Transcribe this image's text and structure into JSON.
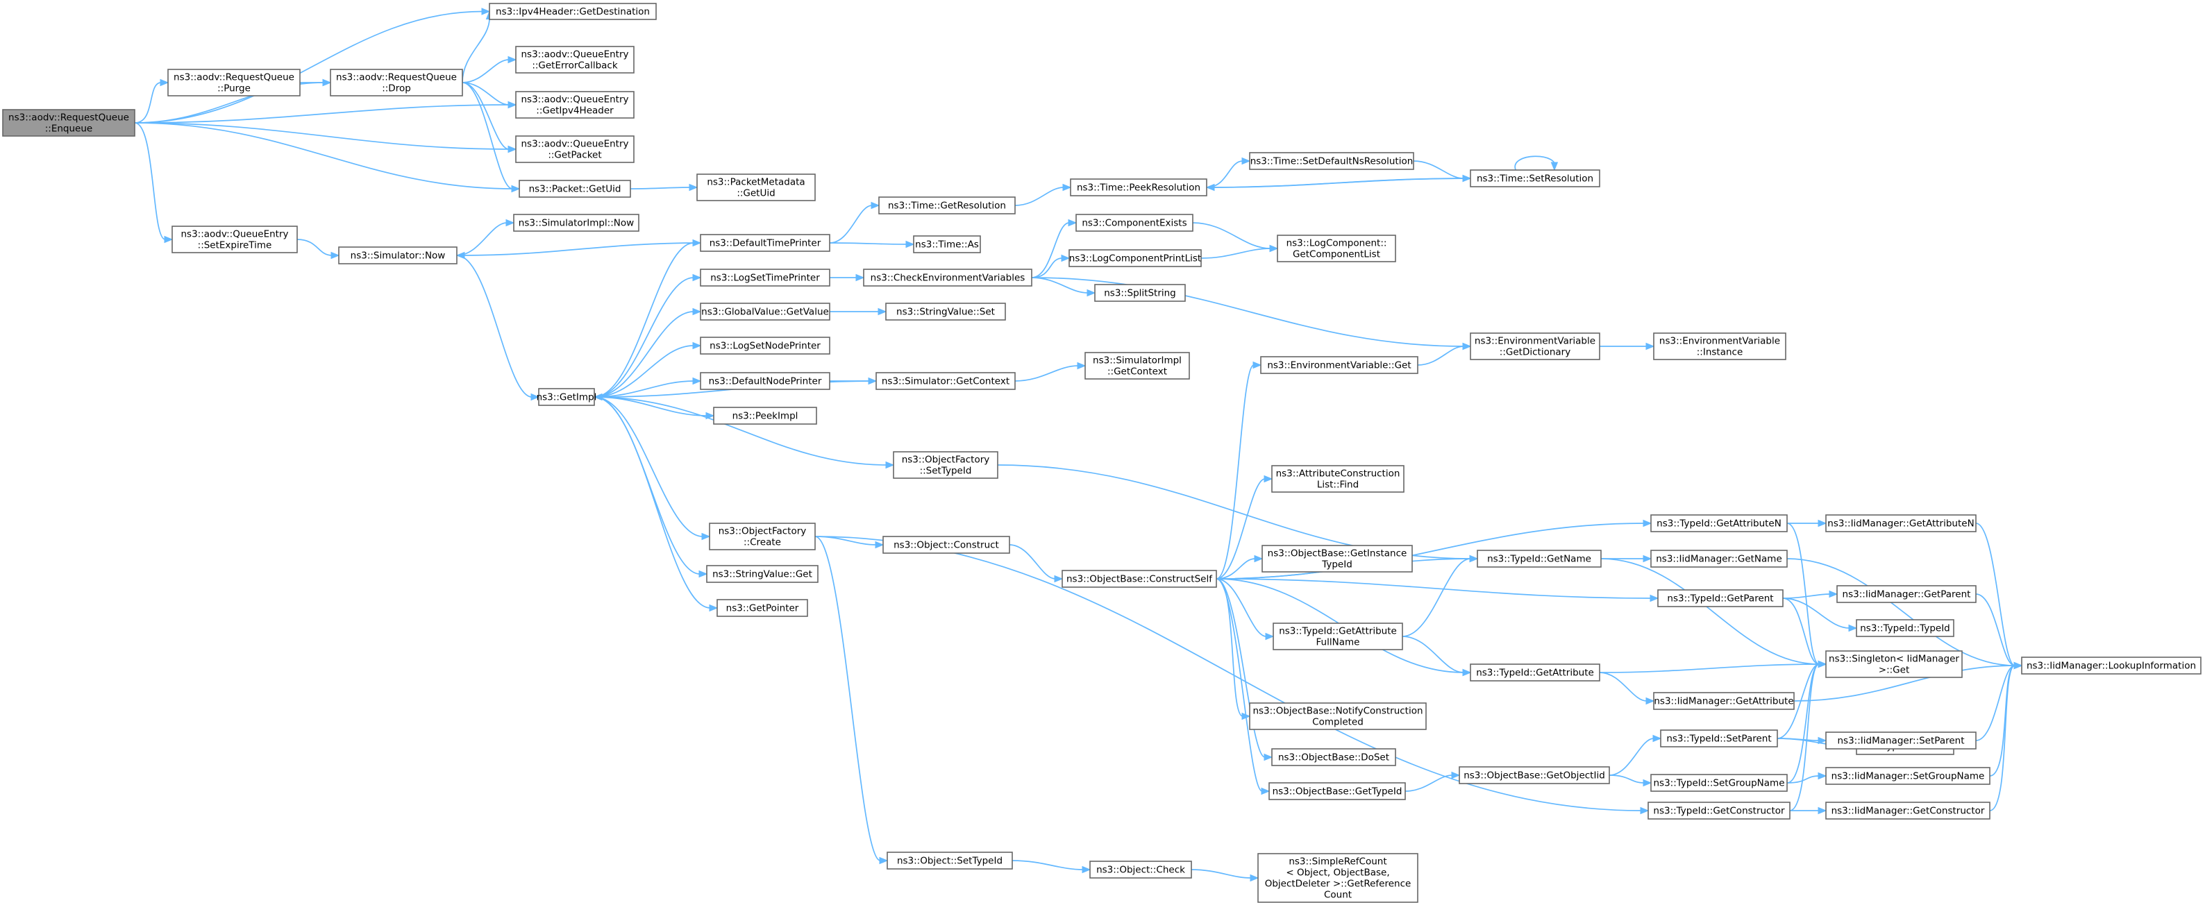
{
  "graph": {
    "colors": {
      "edge": "#63b8ff",
      "node_border": "#666666",
      "root_fill": "#999999",
      "node_fill": "#ffffff"
    },
    "nodes": [
      {
        "id": "n0",
        "lines": [
          "ns3::aodv::RequestQueue",
          "::Enqueue"
        ],
        "root": true
      },
      {
        "id": "n1",
        "lines": [
          "ns3::Ipv4Header::GetDestination"
        ]
      },
      {
        "id": "n2",
        "lines": [
          "ns3::aodv::RequestQueue",
          "::Purge"
        ]
      },
      {
        "id": "n3",
        "lines": [
          "ns3::aodv::RequestQueue",
          "::Drop"
        ]
      },
      {
        "id": "n4",
        "lines": [
          "ns3::aodv::QueueEntry",
          "::GetErrorCallback"
        ]
      },
      {
        "id": "n5",
        "lines": [
          "ns3::aodv::QueueEntry",
          "::GetIpv4Header"
        ]
      },
      {
        "id": "n6",
        "lines": [
          "ns3::aodv::QueueEntry",
          "::GetPacket"
        ]
      },
      {
        "id": "n7",
        "lines": [
          "ns3::Packet::GetUid"
        ]
      },
      {
        "id": "n8",
        "lines": [
          "ns3::PacketMetadata",
          "::GetUid"
        ]
      },
      {
        "id": "n9",
        "lines": [
          "ns3::aodv::QueueEntry",
          "::SetExpireTime"
        ]
      },
      {
        "id": "n10",
        "lines": [
          "ns3::Simulator::Now"
        ]
      },
      {
        "id": "n11",
        "lines": [
          "ns3::SimulatorImpl::Now"
        ]
      },
      {
        "id": "n12",
        "lines": [
          "ns3::GetImpl"
        ]
      },
      {
        "id": "n13",
        "lines": [
          "ns3::DefaultTimePrinter"
        ]
      },
      {
        "id": "n14",
        "lines": [
          "ns3::Time::GetResolution"
        ]
      },
      {
        "id": "n15",
        "lines": [
          "ns3::Time::As"
        ]
      },
      {
        "id": "n16",
        "lines": [
          "ns3::Time::PeekResolution"
        ]
      },
      {
        "id": "n17",
        "lines": [
          "ns3::Time::SetDefaultNsResolution"
        ]
      },
      {
        "id": "n18",
        "lines": [
          "ns3::Time::SetResolution"
        ]
      },
      {
        "id": "n19",
        "lines": [
          "ns3::LogSetTimePrinter"
        ]
      },
      {
        "id": "n20",
        "lines": [
          "ns3::CheckEnvironmentVariables"
        ]
      },
      {
        "id": "n21",
        "lines": [
          "ns3::ComponentExists"
        ]
      },
      {
        "id": "n22",
        "lines": [
          "ns3::LogComponent::",
          "GetComponentList"
        ]
      },
      {
        "id": "n23",
        "lines": [
          "ns3::LogComponentPrintList"
        ]
      },
      {
        "id": "n24",
        "lines": [
          "ns3::SplitString"
        ]
      },
      {
        "id": "n25",
        "lines": [
          "ns3::GlobalValue::GetValue"
        ]
      },
      {
        "id": "n26",
        "lines": [
          "ns3::StringValue::Set"
        ]
      },
      {
        "id": "n27",
        "lines": [
          "ns3::EnvironmentVariable",
          "::GetDictionary"
        ]
      },
      {
        "id": "n28",
        "lines": [
          "ns3::EnvironmentVariable",
          "::Instance"
        ]
      },
      {
        "id": "n29",
        "lines": [
          "ns3::LogSetNodePrinter"
        ]
      },
      {
        "id": "n30",
        "lines": [
          "ns3::DefaultNodePrinter"
        ]
      },
      {
        "id": "n31",
        "lines": [
          "ns3::Simulator::GetContext"
        ]
      },
      {
        "id": "n32",
        "lines": [
          "ns3::SimulatorImpl",
          "::GetContext"
        ]
      },
      {
        "id": "n33",
        "lines": [
          "ns3::PeekImpl"
        ]
      },
      {
        "id": "n34",
        "lines": [
          "ns3::EnvironmentVariable::Get"
        ]
      },
      {
        "id": "n35",
        "lines": [
          "ns3::ObjectFactory",
          "::SetTypeId"
        ]
      },
      {
        "id": "n36",
        "lines": [
          "ns3::AttributeConstruction",
          "List::Find"
        ]
      },
      {
        "id": "n37",
        "lines": [
          "ns3::ObjectFactory",
          "::Create"
        ]
      },
      {
        "id": "n38",
        "lines": [
          "ns3::Object::Construct"
        ]
      },
      {
        "id": "n39",
        "lines": [
          "ns3::ObjectBase::ConstructSelf"
        ]
      },
      {
        "id": "n40",
        "lines": [
          "ns3::ObjectBase::GetInstance",
          "TypeId"
        ]
      },
      {
        "id": "n41",
        "lines": [
          "ns3::TypeId::GetName"
        ]
      },
      {
        "id": "n42",
        "lines": [
          "ns3::TypeId::GetAttributeN"
        ]
      },
      {
        "id": "n43",
        "lines": [
          "ns3::IidManager::GetAttributeN"
        ]
      },
      {
        "id": "n44",
        "lines": [
          "ns3::IidManager::GetName"
        ]
      },
      {
        "id": "n45",
        "lines": [
          "ns3::TypeId::GetParent"
        ]
      },
      {
        "id": "n46",
        "lines": [
          "ns3::IidManager::GetParent"
        ]
      },
      {
        "id": "n47",
        "lines": [
          "ns3::TypeId::TypeId"
        ]
      },
      {
        "id": "n48",
        "lines": [
          "ns3::IidManager::LookupInformation"
        ]
      },
      {
        "id": "n49",
        "lines": [
          "ns3::Singleton< IidManager",
          " >::Get"
        ]
      },
      {
        "id": "n50",
        "lines": [
          "ns3::TypeId::GetAttribute",
          "FullName"
        ]
      },
      {
        "id": "n51",
        "lines": [
          "ns3::TypeId::GetAttribute"
        ]
      },
      {
        "id": "n52",
        "lines": [
          "ns3::IidManager::GetAttribute"
        ]
      },
      {
        "id": "n53",
        "lines": [
          "ns3::StringValue::Get"
        ]
      },
      {
        "id": "n54",
        "lines": [
          "ns3::GetPointer"
        ]
      },
      {
        "id": "n55",
        "lines": [
          "ns3::ObjectBase::NotifyConstruction",
          "Completed"
        ]
      },
      {
        "id": "n56",
        "lines": [
          "ns3::TypeId::GetUid"
        ]
      },
      {
        "id": "n57",
        "lines": [
          "ns3::TypeId::SetParent"
        ]
      },
      {
        "id": "n58",
        "lines": [
          "ns3::IidManager::SetParent"
        ]
      },
      {
        "id": "n59",
        "lines": [
          "ns3::ObjectBase::DoSet"
        ]
      },
      {
        "id": "n60",
        "lines": [
          "ns3::ObjectBase::GetTypeId"
        ]
      },
      {
        "id": "n61",
        "lines": [
          "ns3::ObjectBase::GetObjectIid"
        ]
      },
      {
        "id": "n62",
        "lines": [
          "ns3::TypeId::SetGroupName"
        ]
      },
      {
        "id": "n63",
        "lines": [
          "ns3::IidManager::SetGroupName"
        ]
      },
      {
        "id": "n64",
        "lines": [
          "ns3::TypeId::GetConstructor"
        ]
      },
      {
        "id": "n65",
        "lines": [
          "ns3::IidManager::GetConstructor"
        ]
      },
      {
        "id": "n66",
        "lines": [
          "ns3::Object::SetTypeId"
        ]
      },
      {
        "id": "n67",
        "lines": [
          "ns3::Object::Check"
        ]
      },
      {
        "id": "n68",
        "lines": [
          "ns3::SimpleRefCount",
          "< Object, ObjectBase,",
          " ObjectDeleter >::GetReference",
          "Count"
        ]
      }
    ],
    "edges": [
      [
        "n0",
        "n1"
      ],
      [
        "n0",
        "n2"
      ],
      [
        "n0",
        "n3"
      ],
      [
        "n0",
        "n5"
      ],
      [
        "n0",
        "n6"
      ],
      [
        "n0",
        "n7"
      ],
      [
        "n0",
        "n9"
      ],
      [
        "n2",
        "n3"
      ],
      [
        "n3",
        "n1"
      ],
      [
        "n3",
        "n4"
      ],
      [
        "n3",
        "n5"
      ],
      [
        "n3",
        "n6"
      ],
      [
        "n3",
        "n7"
      ],
      [
        "n7",
        "n8"
      ],
      [
        "n9",
        "n10"
      ],
      [
        "n10",
        "n11"
      ],
      [
        "n10",
        "n12"
      ],
      [
        "n12",
        "n13"
      ],
      [
        "n12",
        "n19"
      ],
      [
        "n12",
        "n25"
      ],
      [
        "n12",
        "n29"
      ],
      [
        "n12",
        "n30"
      ],
      [
        "n12",
        "n33"
      ],
      [
        "n12",
        "n35"
      ],
      [
        "n12",
        "n37"
      ],
      [
        "n12",
        "n53"
      ],
      [
        "n12",
        "n54"
      ],
      [
        "n13",
        "n10"
      ],
      [
        "n13",
        "n14"
      ],
      [
        "n13",
        "n15"
      ],
      [
        "n14",
        "n16"
      ],
      [
        "n16",
        "n17"
      ],
      [
        "n16",
        "n18"
      ],
      [
        "n17",
        "n18"
      ],
      [
        "n18",
        "n16"
      ],
      [
        "n18",
        "n18"
      ],
      [
        "n19",
        "n20"
      ],
      [
        "n20",
        "n21"
      ],
      [
        "n20",
        "n23"
      ],
      [
        "n20",
        "n24"
      ],
      [
        "n20",
        "n27"
      ],
      [
        "n21",
        "n22"
      ],
      [
        "n23",
        "n22"
      ],
      [
        "n25",
        "n26"
      ],
      [
        "n27",
        "n28"
      ],
      [
        "n30",
        "n31"
      ],
      [
        "n31",
        "n12"
      ],
      [
        "n31",
        "n32"
      ],
      [
        "n35",
        "n41"
      ],
      [
        "n37",
        "n38"
      ],
      [
        "n37",
        "n64"
      ],
      [
        "n37",
        "n66"
      ],
      [
        "n38",
        "n39"
      ],
      [
        "n39",
        "n34"
      ],
      [
        "n39",
        "n36"
      ],
      [
        "n39",
        "n40"
      ],
      [
        "n39",
        "n41"
      ],
      [
        "n39",
        "n42"
      ],
      [
        "n39",
        "n45"
      ],
      [
        "n39",
        "n50"
      ],
      [
        "n39",
        "n51"
      ],
      [
        "n39",
        "n55"
      ],
      [
        "n39",
        "n59"
      ],
      [
        "n39",
        "n60"
      ],
      [
        "n34",
        "n27"
      ],
      [
        "n41",
        "n44"
      ],
      [
        "n41",
        "n49"
      ],
      [
        "n42",
        "n43"
      ],
      [
        "n42",
        "n49"
      ],
      [
        "n43",
        "n48"
      ],
      [
        "n44",
        "n48"
      ],
      [
        "n45",
        "n46"
      ],
      [
        "n45",
        "n47"
      ],
      [
        "n45",
        "n49"
      ],
      [
        "n46",
        "n48"
      ],
      [
        "n50",
        "n41"
      ],
      [
        "n50",
        "n51"
      ],
      [
        "n51",
        "n49"
      ],
      [
        "n51",
        "n52"
      ],
      [
        "n52",
        "n48"
      ],
      [
        "n60",
        "n61"
      ],
      [
        "n61",
        "n57"
      ],
      [
        "n61",
        "n62"
      ],
      [
        "n57",
        "n56"
      ],
      [
        "n57",
        "n58"
      ],
      [
        "n57",
        "n49"
      ],
      [
        "n58",
        "n48"
      ],
      [
        "n62",
        "n63"
      ],
      [
        "n62",
        "n49"
      ],
      [
        "n63",
        "n48"
      ],
      [
        "n64",
        "n65"
      ],
      [
        "n64",
        "n49"
      ],
      [
        "n65",
        "n48"
      ],
      [
        "n66",
        "n67"
      ],
      [
        "n67",
        "n68"
      ]
    ]
  }
}
